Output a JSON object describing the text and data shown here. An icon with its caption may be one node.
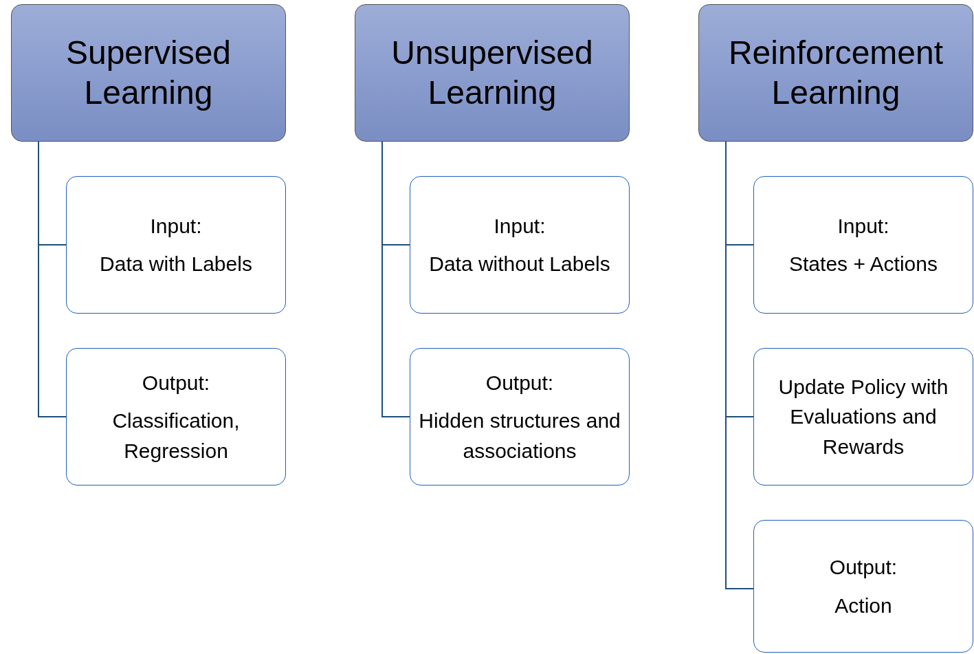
{
  "diagram": {
    "nodes": [
      {
        "text": [
          "Supervised Learning"
        ]
      },
      {
        "text": [
          "Input:",
          "Data with Labels"
        ]
      },
      {
        "text": [
          "Output:",
          "Classification, Regression"
        ]
      },
      {
        "text": [
          "Unsupervised Learning"
        ]
      },
      {
        "text": [
          "Input:",
          "Data without Labels"
        ]
      },
      {
        "text": [
          "Output:",
          "Hidden structures and associations"
        ]
      },
      {
        "text": [
          "Reinforcement Learning"
        ]
      },
      {
        "text": [
          "Input:",
          "States + Actions"
        ]
      },
      {
        "text": [
          "Update Policy with Evaluations and Rewards"
        ]
      },
      {
        "text": [
          "Output:",
          "Action"
        ]
      }
    ],
    "edges": [
      {
        "from": 0,
        "to": 1,
        "arrow": "none"
      },
      {
        "from": 0,
        "to": 2,
        "arrow": "none"
      },
      {
        "from": 3,
        "to": 4,
        "arrow": "none"
      },
      {
        "from": 3,
        "to": 5,
        "arrow": "none"
      },
      {
        "from": 6,
        "to": 7,
        "arrow": "none"
      },
      {
        "from": 6,
        "to": 8,
        "arrow": "none"
      },
      {
        "from": 6,
        "to": 9,
        "arrow": "none"
      }
    ]
  }
}
